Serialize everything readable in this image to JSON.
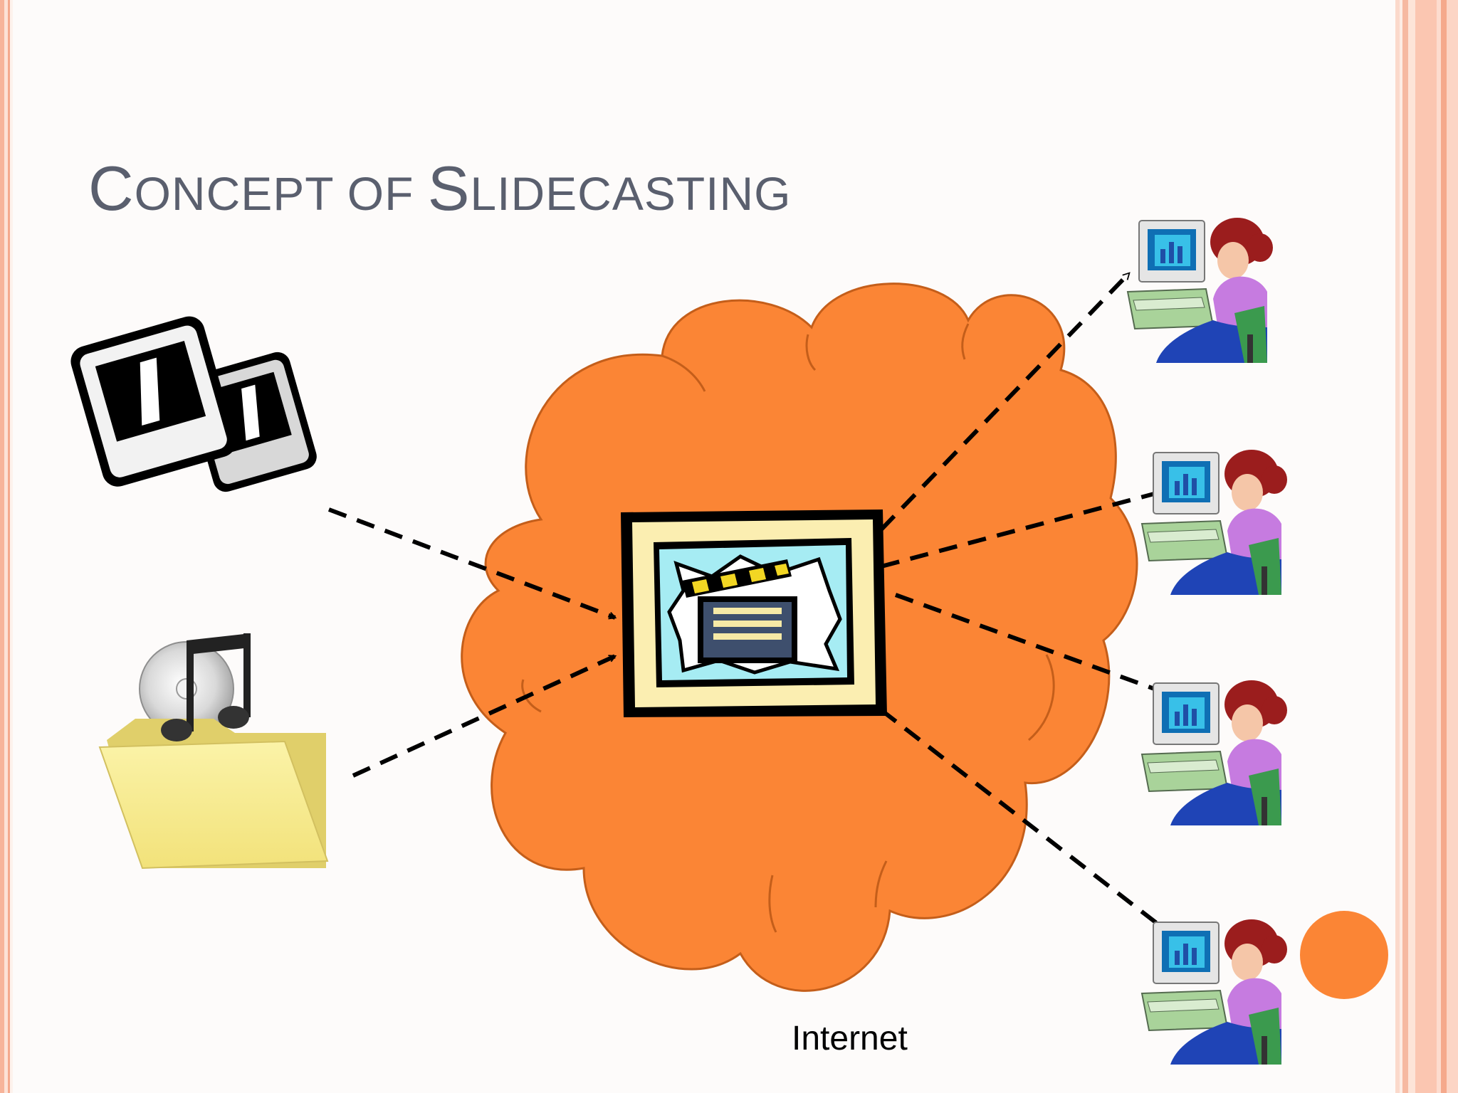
{
  "slide": {
    "title_first_letter": "C",
    "title_part1": "ONCEPT OF ",
    "title_second_letter": "S",
    "title_part2": "LIDECASTING",
    "cloud_label": "Internet"
  },
  "colors": {
    "cloud_fill": "#fb8535",
    "cloud_stroke": "#c45e1a",
    "title_color": "#5a5f6e",
    "arrow_color": "#000000",
    "accent_circle": "#fb8535"
  },
  "icons": {
    "inputs": [
      "slides-icon",
      "music-folder-icon"
    ],
    "center": "video-clapperboard-icon",
    "outputs": [
      "viewer-computer-icon",
      "viewer-computer-icon",
      "viewer-computer-icon",
      "viewer-computer-icon"
    ]
  }
}
